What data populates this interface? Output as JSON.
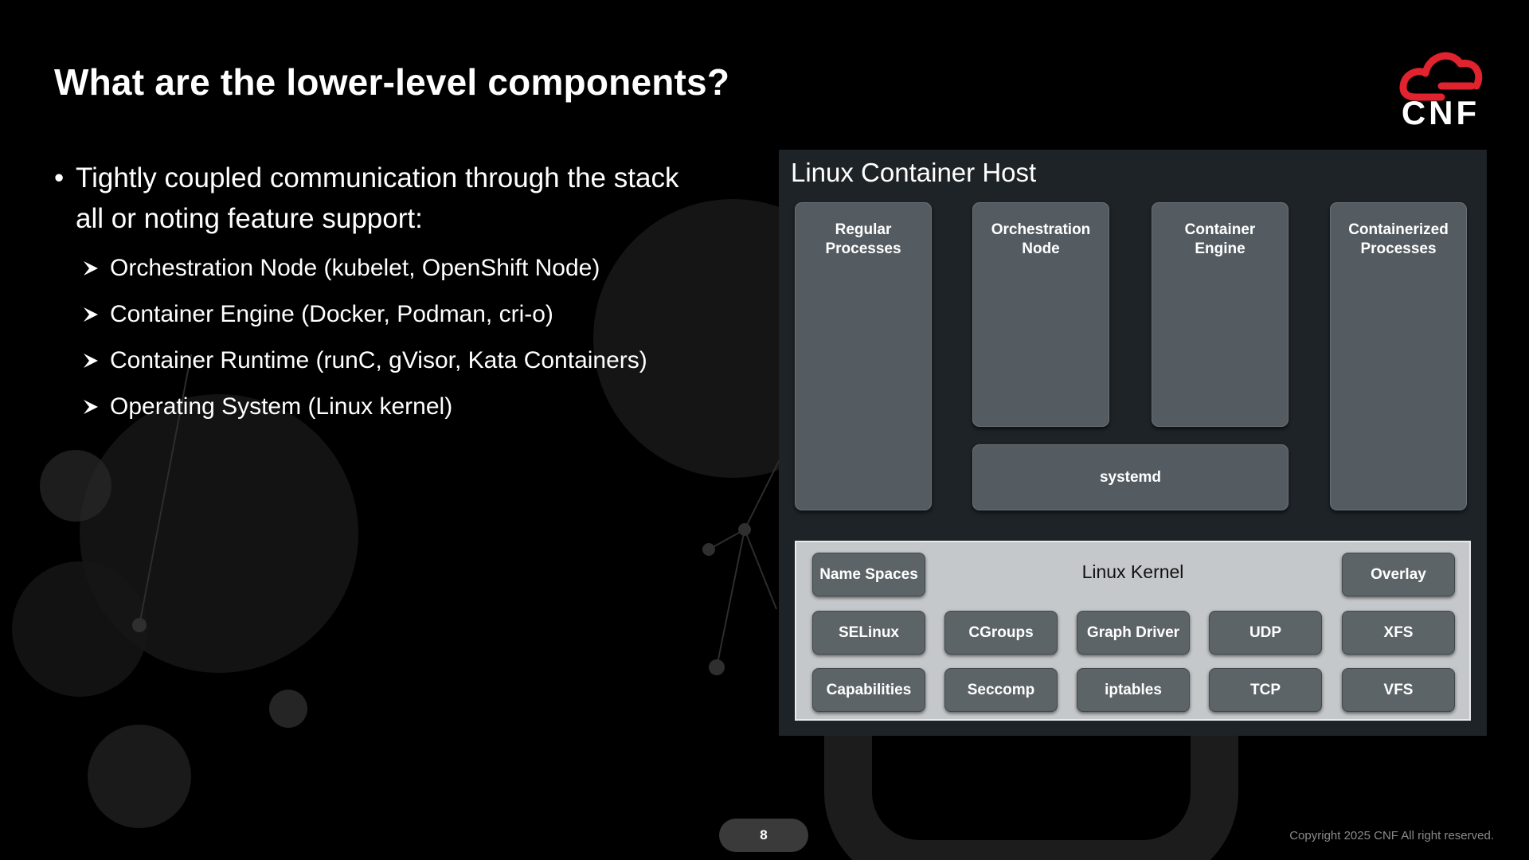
{
  "slide": {
    "title": "What are the lower-level components?",
    "logo_text": "CNF",
    "page_number": "8",
    "copyright": "Copyright 2025 CNF All right reserved."
  },
  "bullets": {
    "main_line1": "Tightly coupled communication through the stack",
    "main_line2": "all or noting feature support:",
    "items": [
      "Orchestration Node (kubelet, OpenShift Node)",
      "Container Engine (Docker, Podman, cri-o)",
      "Container Runtime (runC, gVisor, Kata Containers)",
      "Operating System (Linux kernel)"
    ]
  },
  "diagram": {
    "host_title": "Linux Container Host",
    "components": {
      "regular_processes": [
        "Regular",
        "Processes"
      ],
      "orchestration_node": [
        "Orchestration",
        "Node"
      ],
      "container_engine": [
        "Container",
        "Engine"
      ],
      "containerized_processes": [
        "Containerized",
        "Processes"
      ],
      "systemd": "systemd"
    },
    "kernel": {
      "title": "Linux Kernel",
      "name_spaces": "Name Spaces",
      "overlay": "Overlay",
      "row2": [
        "SELinux",
        "CGroups",
        "Graph Driver",
        "UDP",
        "XFS"
      ],
      "row3": [
        "Capabilities",
        "Seccomp",
        "iptables",
        "TCP",
        "VFS"
      ]
    }
  },
  "colors": {
    "background": "#000000",
    "host_panel": "#1e2327",
    "component_box": "#545c62",
    "kernel_panel": "#c5c8ca",
    "kernel_button": "#5d6468",
    "logo_red": "#e0232e"
  }
}
